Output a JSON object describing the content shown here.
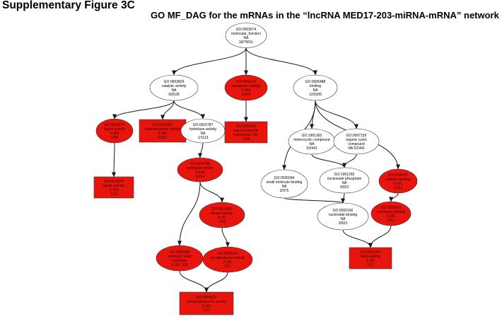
{
  "header": {
    "figure_label": "Supplementary Figure 3C",
    "title": "GO MF_DAG for the mRNAs in the “lncRNA MED17-203-miRNA-mRNA” network"
  },
  "colors": {
    "significant": "#e8150e",
    "normal": "#ffffff",
    "edge": "#1a1a1a"
  },
  "nodes": [
    {
      "id": "n3674",
      "shape": "ellipse",
      "fill": "normal",
      "lines": [
        "GO:0003674",
        "molecular_function",
        "NA",
        "18/7962c"
      ]
    },
    {
      "id": "n3824",
      "shape": "ellipse",
      "fill": "normal",
      "lines": [
        "GO:0003824",
        "catalytic activity",
        "NA",
        "9/2528"
      ]
    },
    {
      "id": "n5215",
      "shape": "ellipse",
      "fill": "significant",
      "lines": [
        "GO:0005215",
        "transporter activity",
        "0.494",
        "1/405"
      ]
    },
    {
      "id": "n5488",
      "shape": "ellipse",
      "fill": "normal",
      "lines": [
        "GO:0005488",
        "binding",
        "NA",
        "12/5305"
      ]
    },
    {
      "id": "n16874",
      "shape": "ellipse",
      "fill": "significant",
      "lines": [
        "GO:0016874",
        "ligase activity",
        "0.329",
        "1/68"
      ]
    },
    {
      "id": "n16491",
      "shape": "rect",
      "fill": "significant",
      "lines": [
        "GO:0016491",
        "oxidoreductase activity",
        "0.181",
        "2/310"
      ]
    },
    {
      "id": "n16787",
      "shape": "ellipse",
      "fill": "normal",
      "lines": [
        "GO:0016787",
        "hydrolase activity",
        "NA",
        "1/1113"
      ]
    },
    {
      "id": "n8320",
      "shape": "rect",
      "fill": "significant",
      "lines": [
        "GO:0008320",
        "macromolecular",
        "transporter 191",
        "1/18"
      ]
    },
    {
      "id": "n1901363",
      "shape": "ellipse",
      "fill": "normal",
      "lines": [
        "GO:1901363",
        "heterocyclic compound",
        "NA",
        "5/2441"
      ]
    },
    {
      "id": "n97159",
      "shape": "ellipse",
      "fill": "normal",
      "lines": [
        "GO:0097159",
        "organic cyclic",
        "compound",
        "NA 5/2442"
      ]
    },
    {
      "id": "n16879",
      "shape": "rect",
      "fill": "significant",
      "lines": [
        "GO:0016879",
        "ligase activity",
        "0.181",
        "1/12"
      ]
    },
    {
      "id": "n16788",
      "shape": "ellipse",
      "fill": "significant",
      "lines": [
        "GO:0016788",
        "hydrolase activity",
        "0.448",
        "1/214"
      ]
    },
    {
      "id": "n36094",
      "shape": "ellipse",
      "fill": "normal",
      "lines": [
        "GO:0036094",
        "small molecule binding",
        "NA",
        "3/975"
      ]
    },
    {
      "id": "n1901265",
      "shape": "ellipse",
      "fill": "normal",
      "lines": [
        "GO:1901265",
        "nucleoside phosphate",
        "NA",
        "3/923"
      ]
    },
    {
      "id": "n48037",
      "shape": "ellipse",
      "fill": "significant",
      "lines": [
        "GO:0048037",
        "cofactor binding",
        "0.421",
        "1/161"
      ]
    },
    {
      "id": "n16301",
      "shape": "ellipse",
      "fill": "significant",
      "lines": [
        "GO:0016301",
        "kinase activity",
        "0.181",
        "1/53"
      ]
    },
    {
      "id": "n166",
      "shape": "ellipse",
      "fill": "normal",
      "lines": [
        "GO:0000166",
        "nucleotide binding",
        "NA",
        "3/923"
      ]
    },
    {
      "id": "n50662",
      "shape": "ellipse",
      "fill": "significant",
      "lines": [
        "GO:0050662",
        "coenzyme binding",
        "0.282",
        "1/51"
      ]
    },
    {
      "id": "n52689",
      "shape": "ellipse",
      "fill": "significant",
      "lines": [
        "GO:0052689",
        "carboxylic ester",
        "hydrolase",
        "0.181 1/28"
      ]
    },
    {
      "id": "n4620",
      "shape": "ellipse",
      "fill": "significant",
      "lines": [
        "GO:0004620",
        "phospholipase activity",
        "0.181",
        "1/21"
      ]
    },
    {
      "id": "n51287",
      "shape": "rect",
      "fill": "significant",
      "lines": [
        "GO:0051287",
        "NAD binding",
        "0.181",
        "1/13"
      ]
    },
    {
      "id": "n4623",
      "shape": "rect",
      "fill": "significant",
      "lines": [
        "GO:0004623",
        "phospholipase A2 activity",
        "0.181",
        "1/12"
      ]
    }
  ],
  "edges": [
    [
      "n3674",
      "n3824"
    ],
    [
      "n3674",
      "n5215"
    ],
    [
      "n3674",
      "n5488"
    ],
    [
      "n3824",
      "n16874"
    ],
    [
      "n3824",
      "n16491"
    ],
    [
      "n3824",
      "n16787"
    ],
    [
      "n5215",
      "n8320"
    ],
    [
      "n5488",
      "n1901363"
    ],
    [
      "n5488",
      "n97159"
    ],
    [
      "n5488",
      "n36094"
    ],
    [
      "n5488",
      "n48037"
    ],
    [
      "n16874",
      "n16879"
    ],
    [
      "n16787",
      "n16788"
    ],
    [
      "n1901363",
      "n1901265"
    ],
    [
      "n97159",
      "n1901265"
    ],
    [
      "n16788",
      "n16301"
    ],
    [
      "n16788",
      "n52689"
    ],
    [
      "n36094",
      "n166"
    ],
    [
      "n1901265",
      "n166"
    ],
    [
      "n48037",
      "n50662"
    ],
    [
      "n16301",
      "n4620"
    ],
    [
      "n52689",
      "n4623"
    ],
    [
      "n4620",
      "n4623"
    ],
    [
      "n166",
      "n51287"
    ],
    [
      "n50662",
      "n51287"
    ]
  ]
}
